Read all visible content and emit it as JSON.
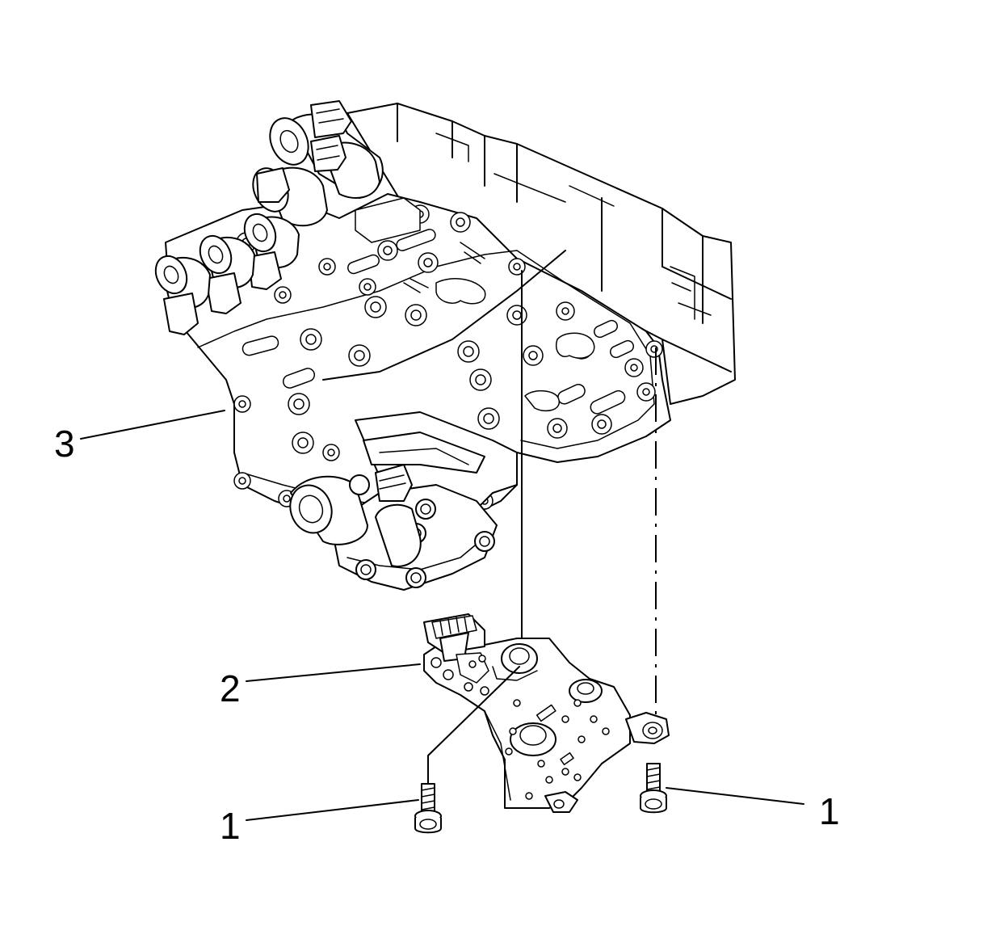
{
  "callouts": [
    {
      "id": "3",
      "label": "3"
    },
    {
      "id": "2",
      "label": "2"
    },
    {
      "id": "1a",
      "label": "1"
    },
    {
      "id": "1b",
      "label": "1"
    }
  ]
}
